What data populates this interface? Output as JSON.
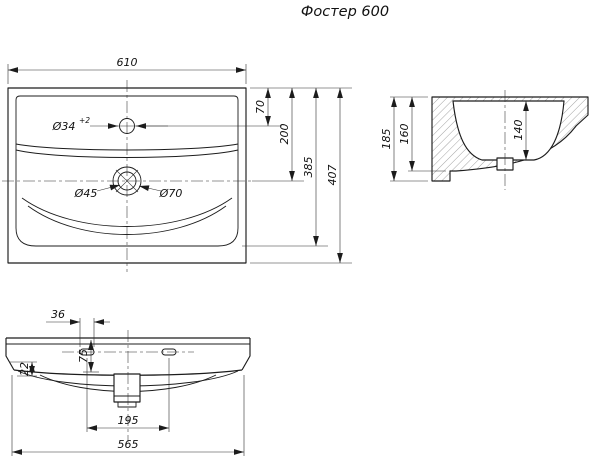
{
  "title": "Фостер 600",
  "top_view": {
    "dim_width": "610",
    "faucet_hole_dia": "Ø34",
    "faucet_hole_tol": "+2",
    "drain_dia": "Ø45",
    "overflow_dia": "Ø70",
    "faucet_offset": "70",
    "drain_offset": "200",
    "basin_depth": "385",
    "overall_depth": "407"
  },
  "side_view": {
    "overall_height": "185",
    "body_height": "160",
    "bowl_depth": "140"
  },
  "front_view": {
    "slot_length": "36",
    "slot_drop": "75",
    "apron_height": "22",
    "slots_span": "195",
    "bottom_width": "565"
  }
}
